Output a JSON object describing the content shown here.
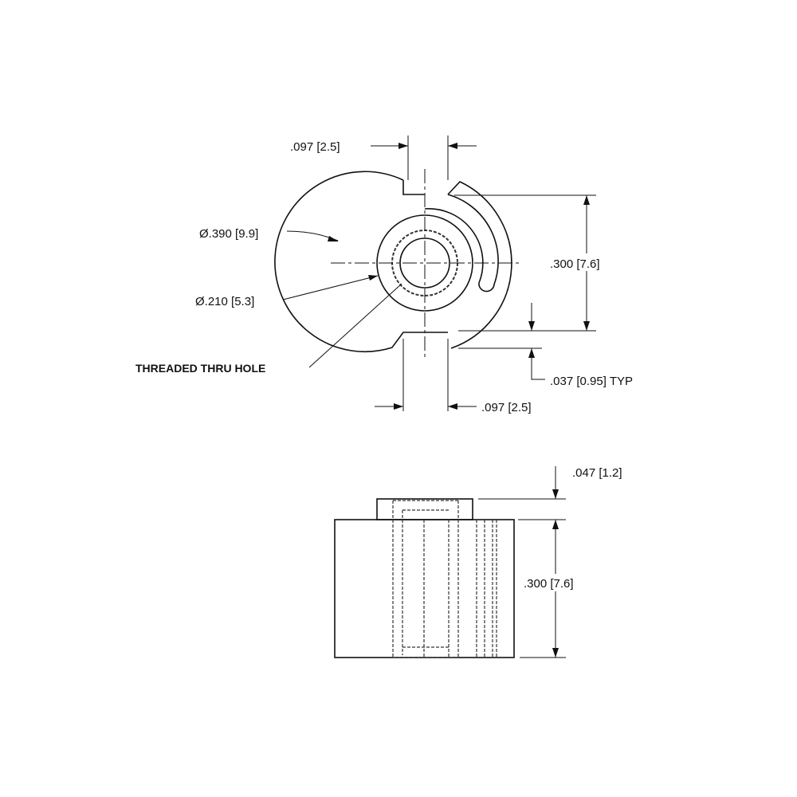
{
  "top_view": {
    "slot_width_top": ".097",
    "slot_width_top_mm": "2.5",
    "outer_diameter": "Ø.390",
    "outer_diameter_mm": "9.9",
    "boss_diameter": "Ø.210",
    "boss_diameter_mm": "5.3",
    "hole_label": "THREADED THRU HOLE",
    "height": ".300",
    "height_mm": "7.6",
    "slot_depth": ".037",
    "slot_depth_mm": "0.95",
    "slot_depth_note": "TYP",
    "slot_width_bottom": ".097",
    "slot_width_bottom_mm": "2.5"
  },
  "side_view": {
    "boss_height": ".047",
    "boss_height_mm": "1.2",
    "body_height": ".300",
    "body_height_mm": "7.6"
  }
}
